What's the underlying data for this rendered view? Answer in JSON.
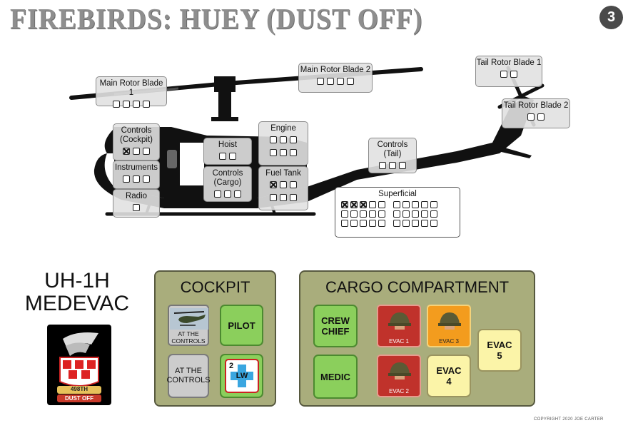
{
  "title": "FIREBIRDS: HUEY (DUST OFF)",
  "page_number": "3",
  "damage_boxes": {
    "main_rotor_1": {
      "label": "Main Rotor Blade 1",
      "boxes": [
        false,
        false,
        false,
        false
      ]
    },
    "main_rotor_2": {
      "label": "Main Rotor Blade 2",
      "boxes": [
        false,
        false,
        false,
        false
      ]
    },
    "tail_rotor_1": {
      "label": "Tail Rotor Blade 1",
      "boxes": [
        false,
        false
      ]
    },
    "tail_rotor_2": {
      "label": "Tail Rotor Blade 2",
      "boxes": [
        false,
        false
      ]
    },
    "controls_cockpit": {
      "label": "Controls\n(Cockpit)",
      "boxes": [
        true,
        false,
        false
      ]
    },
    "instruments": {
      "label": "Instruments",
      "boxes": [
        false,
        false,
        false
      ]
    },
    "radio": {
      "label": "Radio",
      "boxes": [
        false
      ]
    },
    "hoist": {
      "label": "Hoist",
      "boxes": [
        false,
        false
      ]
    },
    "controls_cargo": {
      "label": "Controls\n(Cargo)",
      "boxes": [
        false,
        false,
        false
      ]
    },
    "engine": {
      "label": "Engine",
      "rows": [
        [
          false,
          false,
          false
        ],
        [
          false,
          false,
          false
        ]
      ]
    },
    "fuel_tank": {
      "label": "Fuel Tank",
      "rows": [
        [
          true,
          false,
          false
        ],
        [
          false,
          false,
          false
        ]
      ]
    },
    "controls_tail": {
      "label": "Controls\n(Tail)",
      "boxes": [
        false,
        false,
        false
      ]
    },
    "superficial": {
      "label": "Superficial",
      "rows": [
        [
          true,
          true,
          true,
          false,
          false,
          false,
          false,
          false,
          false,
          false
        ],
        [
          false,
          false,
          false,
          false,
          false,
          false,
          false,
          false,
          false,
          false
        ],
        [
          false,
          false,
          false,
          false,
          false,
          false,
          false,
          false,
          false,
          false
        ]
      ]
    }
  },
  "aircraft": {
    "model": "UH-1H",
    "role": "MEDEVAC",
    "insignia_text_1": "498TH",
    "insignia_text_2": "DUST OFF"
  },
  "cockpit": {
    "title": "COCKPIT",
    "slots": {
      "at_controls_token": "AT THE CONTROLS",
      "pilot": "PILOT",
      "at_controls": "AT THE\nCONTROLS",
      "lw_number": "2",
      "lw_label": "LW"
    }
  },
  "cargo": {
    "title": "CARGO COMPARTMENT",
    "slots": {
      "crew_chief": "CREW\nCHIEF",
      "medic": "MEDIC",
      "evac1": "EVAC 1",
      "evac2": "EVAC 2",
      "evac3": "EVAC 3",
      "evac4": "EVAC\n4",
      "evac5": "EVAC\n5"
    }
  },
  "copyright": "COPYRIGHT 2020 JOE CARTER",
  "colors": {
    "panel": "#a9ad7c",
    "crew_green": "#8bcf5c",
    "evac_yellow": "#fbf4a8",
    "evac_red": "#c0322b",
    "evac_orange": "#f39c1e"
  },
  "icons": [
    "helicopter-silhouette-icon",
    "soldier-helmet-icon",
    "medical-cross-icon",
    "unit-insignia-icon"
  ]
}
